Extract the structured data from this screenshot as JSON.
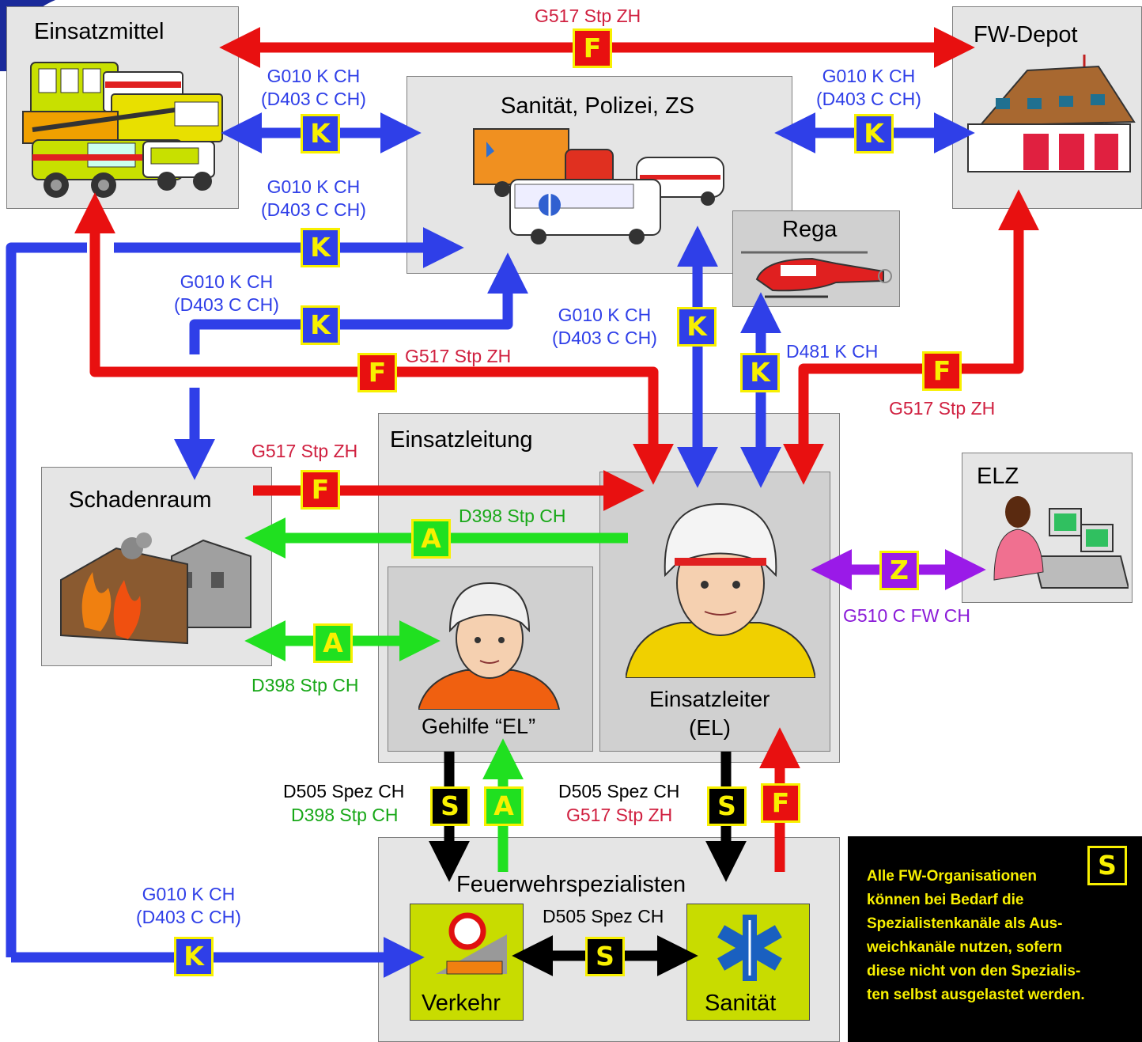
{
  "nodes": {
    "einsatzmittel": "Einsatzmittel",
    "fw_depot": "FW-Depot",
    "sanitaet_polizei": "Sanität, Polizei, ZS",
    "rega": "Rega",
    "schadenraum": "Schadenraum",
    "einsatzleitung": "Einsatzleitung",
    "elz": "ELZ",
    "gehilfe": "Gehilfe “EL”",
    "einsatzleiter_1": "Einsatzleiter",
    "einsatzleiter_2": "(EL)",
    "feuerwehrspezialisten": "Feuerwehrspezialisten",
    "verkehr": "Verkehr",
    "sanitaet": "Sanität"
  },
  "channels": {
    "g517": "G517 Stp ZH",
    "g010": "G010 K CH",
    "d403": "(D403 C CH)",
    "d481": "D481 K CH",
    "d398": "D398 Stp CH",
    "g510": "G510 C FW CH",
    "d505": "D505 Spez CH"
  },
  "badges": {
    "k": "K",
    "f": "F",
    "a": "A",
    "s": "S",
    "z": "Z"
  },
  "note": "Alle FW-Organisationen\nkönnen bei Bedarf die\nSpezialistenkanäle als Aus-\nweichkanäle nutzen, sofern\ndiese nicht von den Spezialis-\nten selbst ausgelastet werden.",
  "colors": {
    "blue": "#2f3fe8",
    "red": "#e81010",
    "green": "#20e020",
    "black": "#000000",
    "purple": "#9a1ae8",
    "badge_border": "#f8f000"
  }
}
